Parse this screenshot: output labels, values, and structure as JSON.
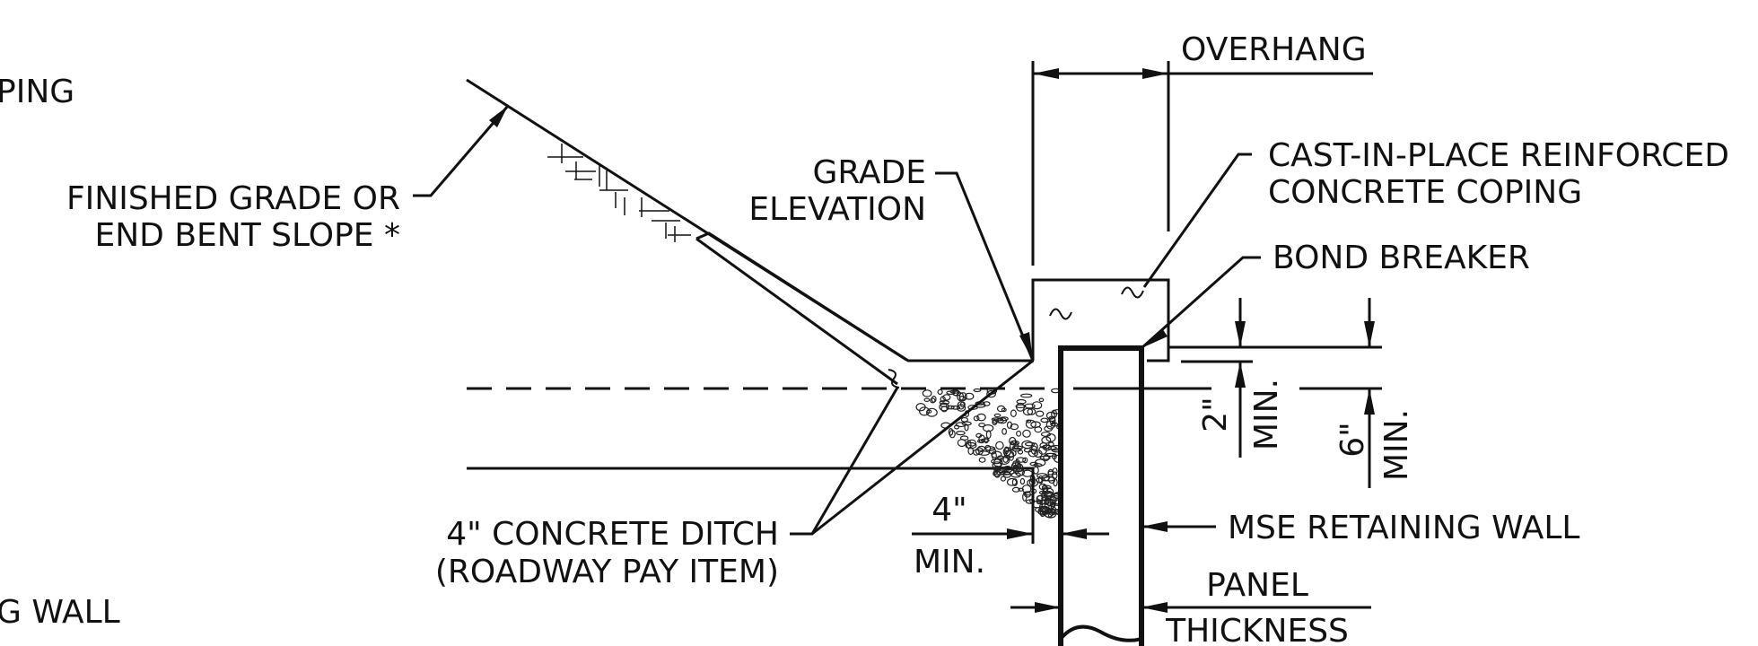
{
  "labels": {
    "coping_partial": "PING",
    "wall_partial": "G WALL",
    "finished_grade_1": "FINISHED GRADE OR",
    "finished_grade_2": "END BENT SLOPE *",
    "grade_elevation_1": "GRADE",
    "grade_elevation_2": "ELEVATION",
    "overhang": "OVERHANG",
    "cip_coping_1": "CAST-IN-PLACE REINFORCED",
    "cip_coping_2": "CONCRETE COPING",
    "bond_breaker": "BOND BREAKER",
    "dim_2in_value": "2\"",
    "dim_2in_note": "MIN.",
    "dim_6in_value": "6\"",
    "dim_6in_note": "MIN.",
    "ditch_1": "4\" CONCRETE DITCH",
    "ditch_2": "(ROADWAY PAY ITEM)",
    "dim_4in_value": "4\"",
    "dim_4in_note": "MIN.",
    "mse_wall": "MSE RETAINING WALL",
    "panel_1": "PANEL",
    "panel_2": "THICKNESS"
  }
}
